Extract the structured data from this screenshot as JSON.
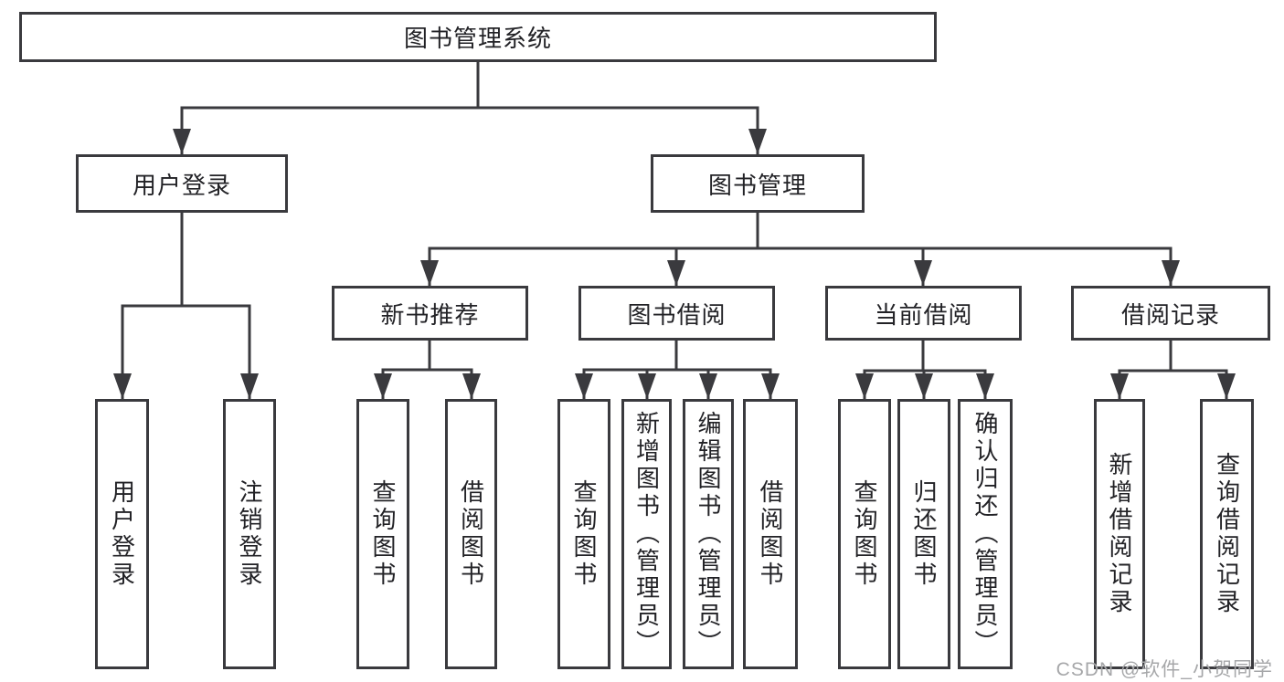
{
  "diagram": {
    "type": "hierarchy-tree",
    "nodes": {
      "root": {
        "label": "图书管理系统"
      },
      "user_login": {
        "label": "用户登录"
      },
      "book_management": {
        "label": "图书管理"
      },
      "new_book_recommend": {
        "label": "新书推荐"
      },
      "book_borrow": {
        "label": "图书借阅"
      },
      "current_borrow": {
        "label": "当前借阅"
      },
      "borrow_records": {
        "label": "借阅记录"
      },
      "leaves": {
        "user_login": [
          "用户登录",
          "注销登录"
        ],
        "new_book_recommend": [
          "查询图书",
          "借阅图书"
        ],
        "book_borrow": [
          "查询图书",
          "新增图书（管理员）",
          "编辑图书（管理员）",
          "借阅图书"
        ],
        "current_borrow": [
          "查询图书",
          "归还图书",
          "确认归还（管理员）"
        ],
        "borrow_records": [
          "新增借阅记录",
          "查询借阅记录"
        ]
      }
    }
  },
  "watermark": {
    "text": "CSDN @软件_小贺同学"
  },
  "colors": {
    "line": "#3a3a3e",
    "text": "#222226",
    "watermark": "#a6a7a9",
    "background": "#ffffff"
  }
}
